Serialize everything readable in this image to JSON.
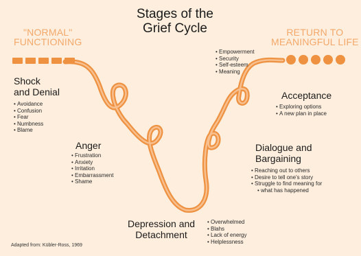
{
  "title": {
    "line1": "Stages of the",
    "line2": "Grief Cycle"
  },
  "labels": {
    "left_line1": "\"NORMAL\"",
    "left_line2": "FUNCTIONING",
    "right_line1": "RETURN TO",
    "right_line2": "MEANINGFUL LIFE"
  },
  "stages": {
    "shock": {
      "title_line1": "Shock",
      "title_line2": "and Denial",
      "items": [
        "Avoidance",
        "Confusion",
        "Fear",
        "Numbness",
        "Blame"
      ]
    },
    "anger": {
      "title": "Anger",
      "items": [
        "Frustration",
        "Anxiety",
        "Irritation",
        "Embarrassment",
        "Shame"
      ]
    },
    "depression": {
      "title_line1": "Depression and",
      "title_line2": "Detachment",
      "items": [
        "Overwhelmed",
        "Blahs",
        "Lack of energy",
        "Helplessness"
      ]
    },
    "dialogue": {
      "title_line1": "Dialogue and",
      "title_line2": "Bargaining",
      "items": [
        "Reaching out to others",
        "Desire to tell one's story",
        "Struggle to find meaning for",
        "what has happened"
      ]
    },
    "acceptance": {
      "title": "Acceptance",
      "items": [
        "Exploring options",
        "A new plan in place"
      ]
    },
    "top_right": {
      "items": [
        "Empowerment",
        "Security",
        "Self-esteem",
        "Meaning"
      ]
    }
  },
  "footnote": "Adapted from: Kübler-Ross, 1969",
  "colors": {
    "background": "#fdeedd",
    "ribbon": "#ee9242",
    "ribbon_light": "#f6b47d",
    "label": "#f3a86a"
  }
}
